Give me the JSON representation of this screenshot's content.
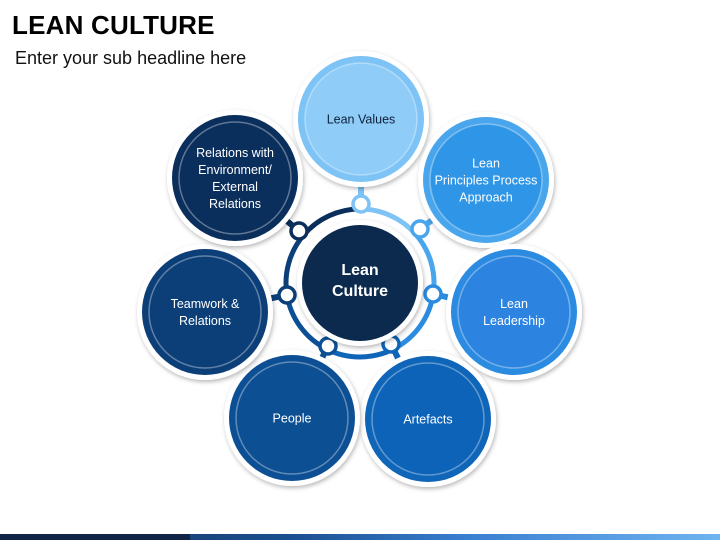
{
  "header": {
    "title": "LEAN CULTURE",
    "subtitle": "Enter your sub headline here"
  },
  "center": {
    "lines": [
      "Lean",
      "Culture"
    ],
    "color": "#0b2a4e"
  },
  "nodes": [
    {
      "id": "lean-values",
      "lines": [
        "Lean Values"
      ],
      "fill": "#8fcdf8",
      "text_color": "#0d1f3a"
    },
    {
      "id": "lean-principles",
      "lines": [
        "Lean",
        "Principles Process",
        "Approach"
      ],
      "fill": "#2f95e6",
      "text_color": "#ffffff"
    },
    {
      "id": "lean-leadership",
      "lines": [
        "Lean",
        "Leadership"
      ],
      "fill": "#2c83e0",
      "text_color": "#ffffff"
    },
    {
      "id": "artefacts",
      "lines": [
        "Artefacts"
      ],
      "fill": "#0d63b8",
      "text_color": "#ffffff"
    },
    {
      "id": "people",
      "lines": [
        "People"
      ],
      "fill": "#0c4f93",
      "text_color": "#ffffff"
    },
    {
      "id": "teamwork",
      "lines": [
        "Teamwork &",
        "Relations"
      ],
      "fill": "#0c3f78",
      "text_color": "#ffffff"
    },
    {
      "id": "relations-environment",
      "lines": [
        "Relations with",
        "Environment/",
        "External",
        "Relations"
      ],
      "fill": "#0b2f5c",
      "text_color": "#ffffff"
    }
  ]
}
